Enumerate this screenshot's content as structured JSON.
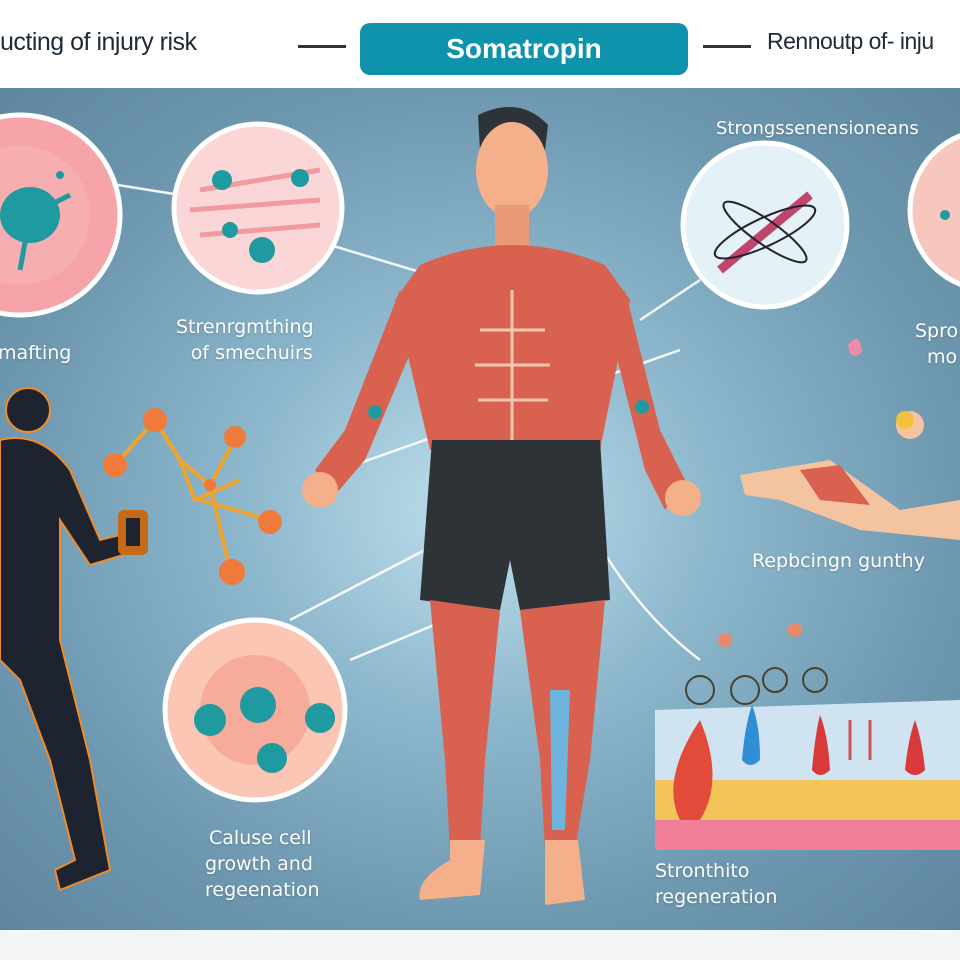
{
  "header": {
    "left_text": "ucting of injury risk",
    "title": "Somatropin",
    "right_text": "Rennoutp of- inju"
  },
  "labels": {
    "top_right": "Strongssenensioneans",
    "left_circle": "mafting",
    "strengthening_line1": "Strenrgmthing",
    "strengthening_line2": "of smechuirs",
    "right_line1": "Spro",
    "right_line2": "mo",
    "lying_figure": "Repbcingn gunthy",
    "cell_line1": "Caluse cell",
    "cell_line2": "growth and",
    "cell_line3": "regeenation",
    "skin_line1": "Stronthito",
    "skin_line2": "regeneration"
  },
  "colors": {
    "accent": "#0f93ad",
    "muscle": "#d8614f",
    "background": "#7aa3ba",
    "molecule": "#f07a3a",
    "cell": "#1f9aa0"
  }
}
